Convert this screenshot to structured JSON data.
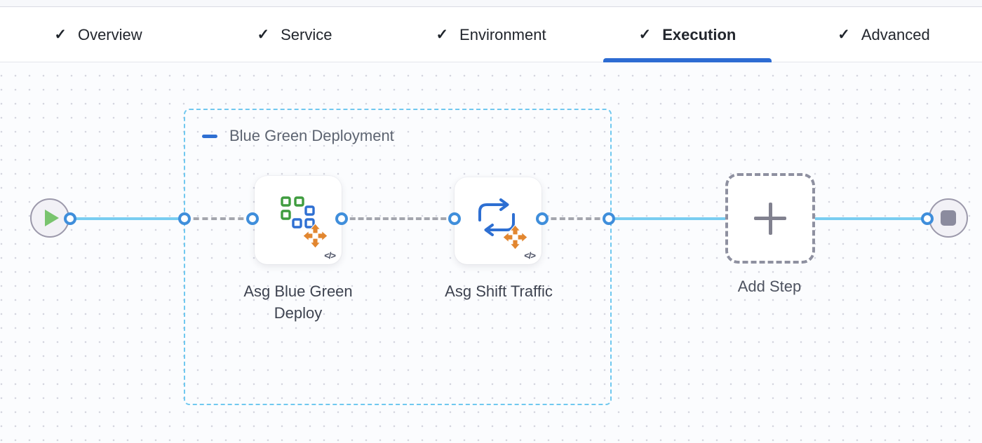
{
  "tabs": {
    "check_icon": "✓",
    "items": [
      {
        "label": "Overview",
        "checked": true,
        "active": false
      },
      {
        "label": "Service",
        "checked": true,
        "active": false
      },
      {
        "label": "Environment",
        "checked": true,
        "active": false
      },
      {
        "label": "Execution",
        "checked": true,
        "active": true
      },
      {
        "label": "Advanced",
        "checked": true,
        "active": false
      }
    ]
  },
  "canvas": {
    "group": {
      "label": "Blue Green Deployment"
    },
    "steps": [
      {
        "label": "Asg Blue Green Deploy",
        "code_badge": "</>",
        "icon": "asg-squares-icon"
      },
      {
        "label": "Asg Shift Traffic",
        "code_badge": "</>",
        "icon": "traffic-swap-icon"
      }
    ],
    "add_step": {
      "label": "Add Step",
      "icon": "plus-icon"
    },
    "icons": {
      "start": "play-icon",
      "end": "stop-icon",
      "collapse": "minus-icon",
      "overlay": "move-arrows-icon"
    }
  },
  "colors": {
    "accent_blue": "#2c6bd2",
    "icon_blue": "#2e6fd2",
    "line_blue": "#79cdf1",
    "port_blue": "#3f8edb",
    "group_border_blue": "#70c8ef",
    "square_green": "#3f9c3f",
    "play_green": "#79c46e",
    "arrow_orange": "#e2862f",
    "node_gray": "#8b8b9e"
  }
}
